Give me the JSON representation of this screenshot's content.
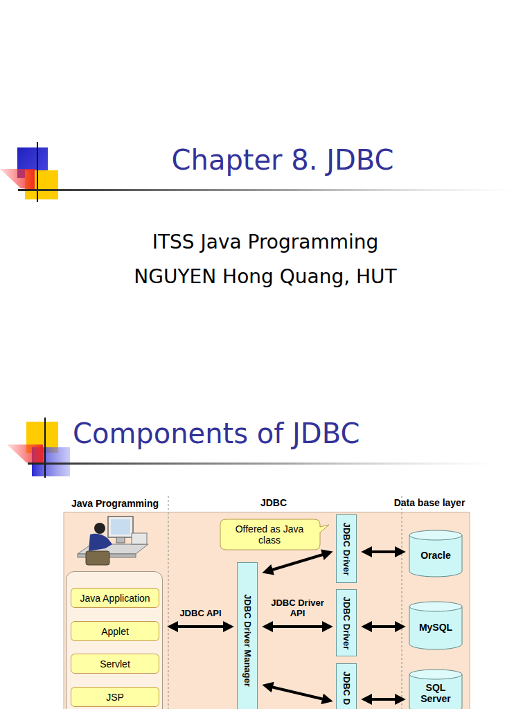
{
  "diagram": {
    "title": "Chapter 8. JDBC",
    "nodes": [
      {
        "text": [
          "Java Programming"
        ]
      },
      {
        "text": [
          "Java Application"
        ],
        "in": 0
      },
      {
        "text": [
          "Applet"
        ],
        "in": 0
      },
      {
        "text": [
          "Servlet"
        ],
        "in": 0
      },
      {
        "text": [
          "JSP"
        ],
        "in": 0
      },
      {
        "text": [
          "JDBC Driver Manager"
        ]
      },
      {
        "text": [
          "Offered as Java class"
        ]
      },
      {
        "text": [
          "JDBC Driver"
        ]
      },
      {
        "text": [
          "JDBC Driver"
        ]
      },
      {
        "text": [
          "JDBC D"
        ]
      },
      {
        "text": [
          "Oracle"
        ]
      },
      {
        "text": [
          "MySQL"
        ]
      },
      {
        "text": [
          "SQL Server"
        ]
      }
    ],
    "edges": [
      {
        "from": 0,
        "to": 5,
        "label": "JDBC API",
        "arrow": "both"
      },
      {
        "from": 5,
        "to": 7,
        "arrow": "both"
      },
      {
        "from": 5,
        "to": 8,
        "label": "JDBC Driver API",
        "arrow": "both"
      },
      {
        "from": 5,
        "to": 9,
        "arrow": "both"
      },
      {
        "from": 7,
        "to": 10,
        "arrow": "both"
      },
      {
        "from": 8,
        "to": 11,
        "arrow": "both"
      },
      {
        "from": 9,
        "to": 12,
        "arrow": "both"
      }
    ],
    "labels": [
      "ITSS Java Programming",
      "NGUYEN Hong Quang, HUT",
      "Components of JDBC",
      "JDBC",
      "Data base layer"
    ]
  }
}
